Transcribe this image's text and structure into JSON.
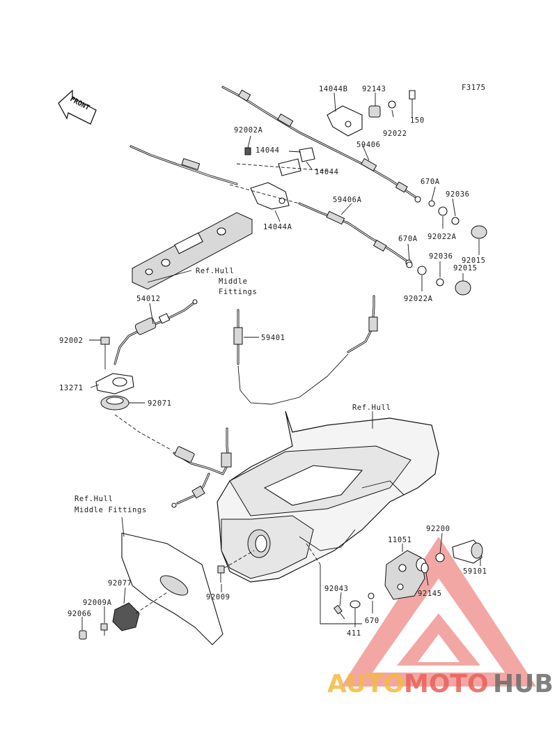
{
  "figure_code": "F3175",
  "front_badge": "FRONT",
  "labels": {
    "p14044B": "14044B",
    "p92143": "92143",
    "p150": "150",
    "p92022_top": "92022",
    "p59406": "59406",
    "p92002A": "92002A",
    "p14044_a": "14044",
    "p14044_b": "14044",
    "p670A_top": "670A",
    "p92036_top": "92036",
    "p14044A": "14044A",
    "p59406A": "59406A",
    "p92022A_top": "92022A",
    "p670A_bot": "670A",
    "p92015_top": "92015",
    "p92036_bot": "92036",
    "p92015_bot": "92015",
    "p92022A_bot": "92022A",
    "ref_hull_mid_1": "Ref.Hull",
    "ref_hull_mid_2": "Middle",
    "ref_hull_mid_3": "Fittings",
    "p54012": "54012",
    "p59401": "59401",
    "p92002": "92002",
    "p13271": "13271",
    "p92071": "92071",
    "ref_hull": "Ref.Hull",
    "ref_hull_mid2_1": "Ref.Hull",
    "ref_hull_mid2_2": "Middle Fittings",
    "p92200": "92200",
    "p11051": "11051",
    "p59101": "59101",
    "p92145": "92145",
    "p92077": "92077",
    "p92009": "92009",
    "p92043": "92043",
    "p92009A": "92009A",
    "p92066": "92066",
    "p670": "670",
    "p411": "411"
  },
  "watermark": {
    "part1": "AUTO",
    "part2": "MOTO",
    "part3": "HUB",
    "color1": "#f5b942",
    "color2": "#e8615a",
    "color3": "#6b6b6b"
  }
}
